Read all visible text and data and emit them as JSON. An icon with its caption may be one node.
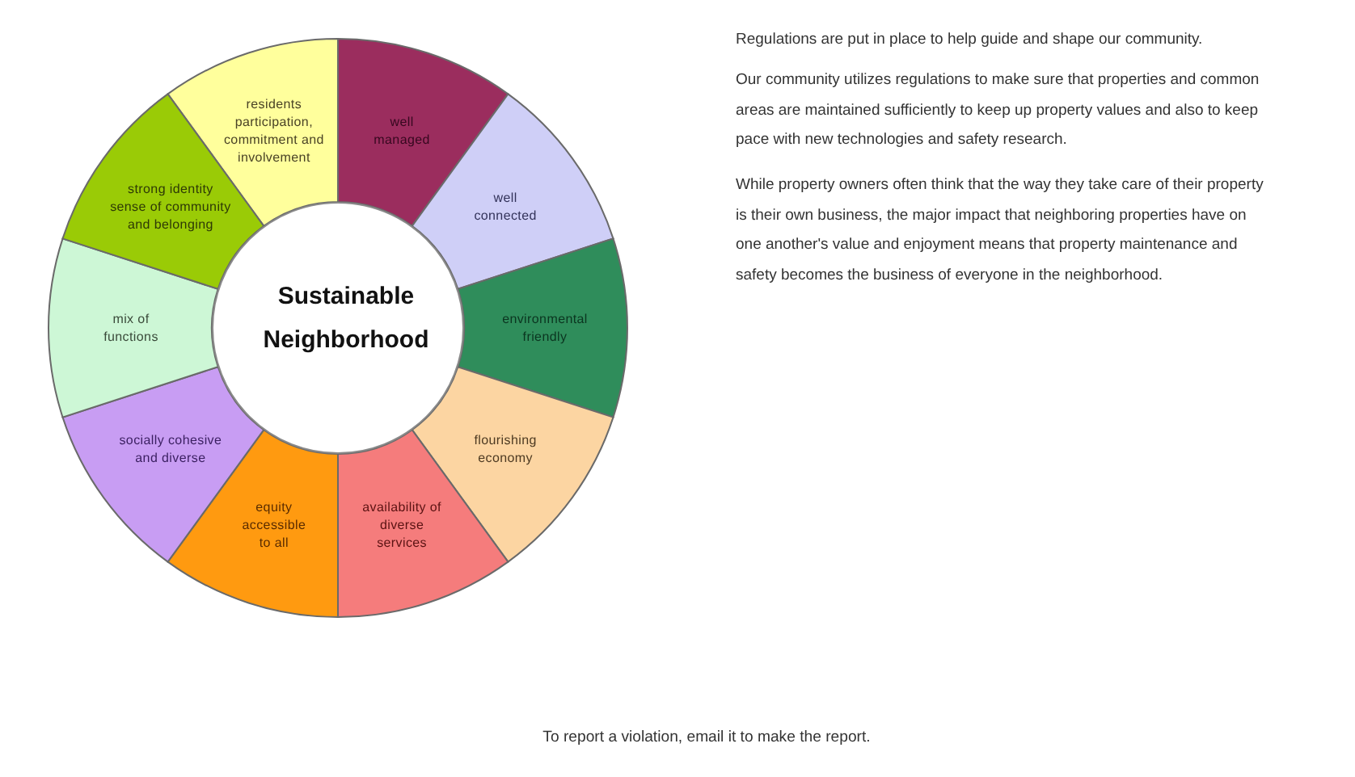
{
  "diagram": {
    "nodes": [
      {
        "text": [
          "Sustainable Neighborhood"
        ]
      },
      {
        "text": [
          "residents participation, commitment and involvement"
        ]
      },
      {
        "text": [
          "well managed"
        ]
      },
      {
        "text": [
          "well connected"
        ]
      },
      {
        "text": [
          "environmental friendly"
        ]
      },
      {
        "text": [
          "flourishing economy"
        ]
      },
      {
        "text": [
          "availability of diverse services"
        ]
      },
      {
        "text": [
          "equity accessible to all"
        ]
      },
      {
        "text": [
          "socially cohesive and diverse"
        ]
      },
      {
        "text": [
          "mix of functions"
        ]
      },
      {
        "text": [
          "strong identity sense of community and belonging"
        ]
      }
    ],
    "labels": [
      "Regulations are put in place to help guide and shape our community.",
      "Our community utilizes regulations to make sure that properties and common areas are maintained sufficiently to keep up property values and also to keep pace with new technologies and safety research.",
      "While property owners often think that the way they take care of their property is their own business, the major impact that neighboring properties have on one another's value and enjoyment means that property maintenance and safety becomes the business of everyone in the neighborhood.",
      "To report a violation, email it to make the report."
    ]
  }
}
